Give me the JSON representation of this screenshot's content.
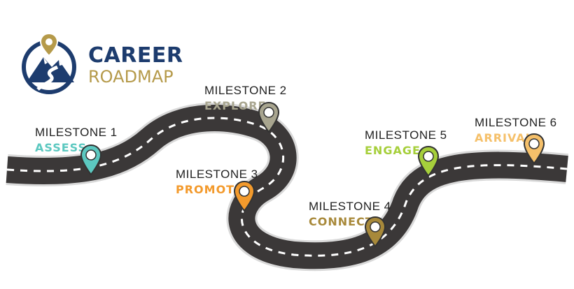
{
  "logo": {
    "line1": "CAREER",
    "line2": "ROADMAP",
    "line1_color": "#1d3c6e",
    "line2_color": "#b59a4a",
    "emblem_color": "#1d3c6e",
    "icon": "map-pin-icon"
  },
  "road": {
    "asphalt_color": "#3b3838",
    "edge_color": "#d9d9d9",
    "dash_color": "#ffffff"
  },
  "milestones": [
    {
      "label": "MILESTONE 1",
      "name": "ASSESS",
      "color": "#5cc8c0",
      "icon": "map-pin-icon"
    },
    {
      "label": "MILESTONE 2",
      "name": "EXPLORE",
      "color": "#a8a58f",
      "icon": "map-pin-icon"
    },
    {
      "label": "MILESTONE 3",
      "name": "PROMOTE",
      "color": "#f39a2c",
      "icon": "map-pin-icon"
    },
    {
      "label": "MILESTONE 4",
      "name": "CONNECT",
      "color": "#a8893a",
      "icon": "map-pin-icon"
    },
    {
      "label": "MILESTONE 5",
      "name": "ENGAGE",
      "color": "#a6cf3b",
      "icon": "map-pin-icon"
    },
    {
      "label": "MILESTONE 6",
      "name": "ARRIVAL",
      "color": "#f5c06a",
      "icon": "map-pin-icon"
    }
  ]
}
